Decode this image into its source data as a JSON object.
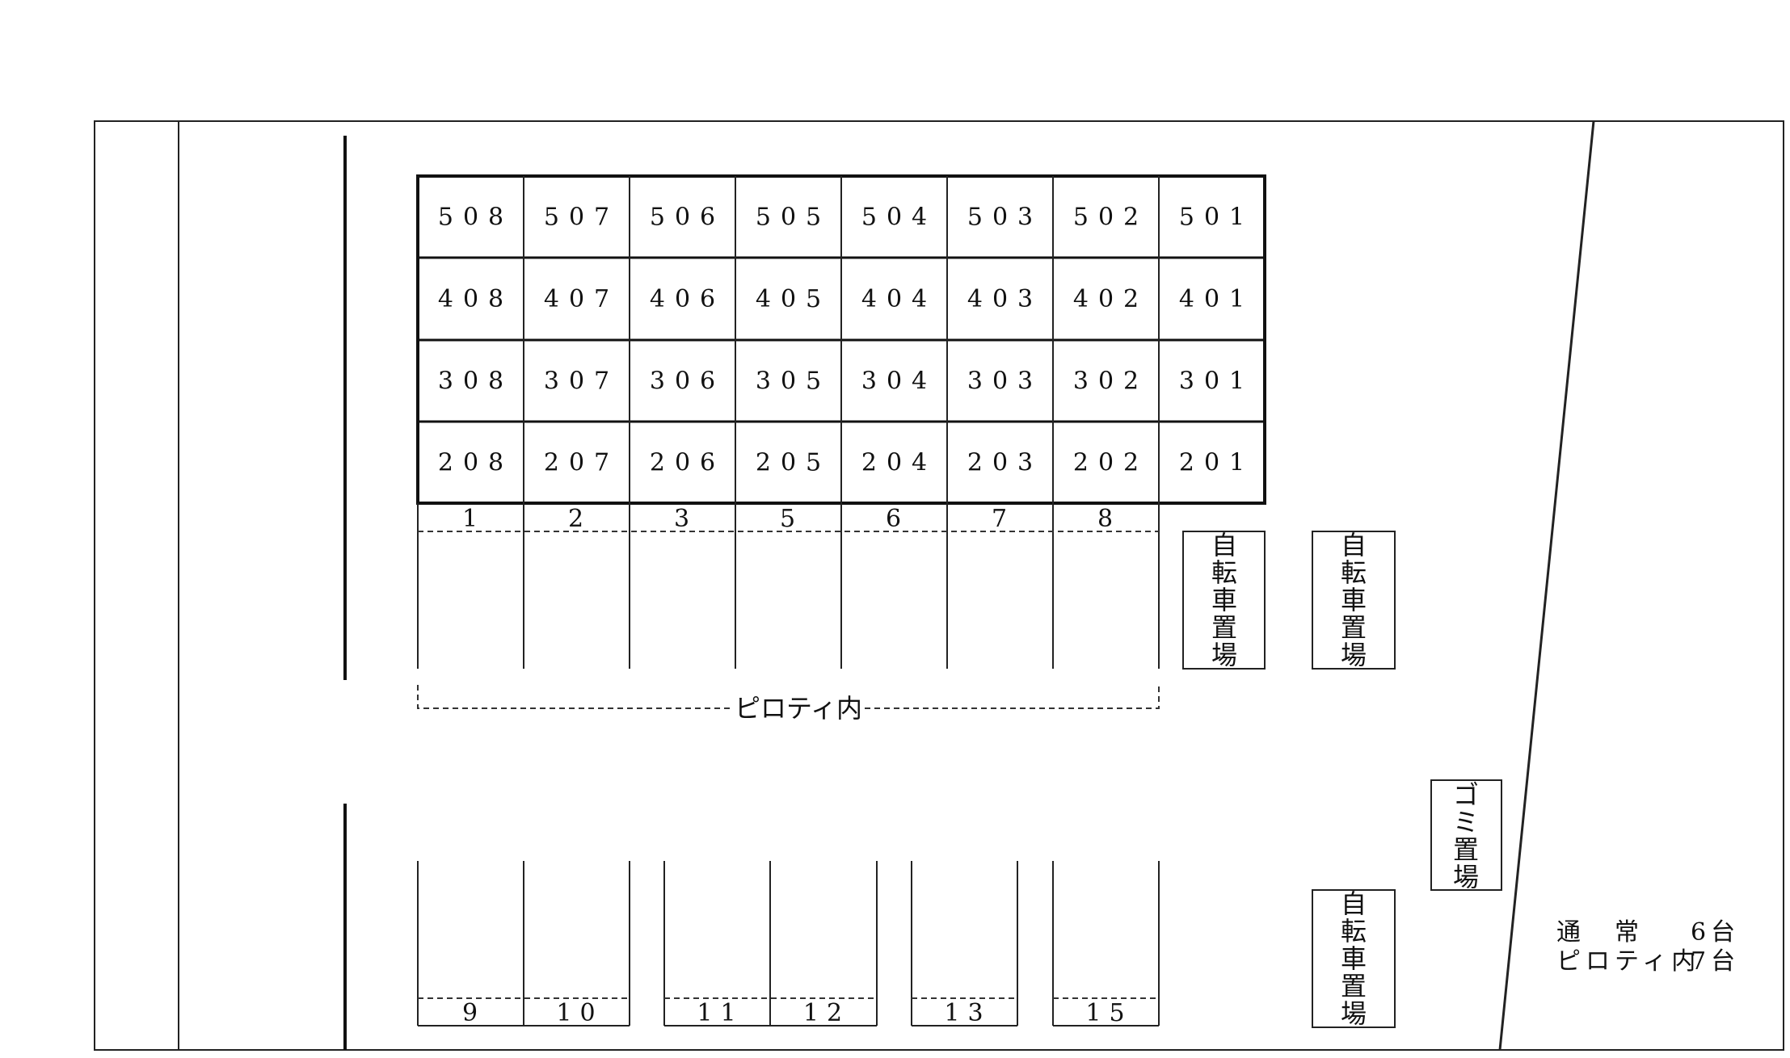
{
  "rooms": {
    "floor5": [
      "508",
      "507",
      "506",
      "505",
      "504",
      "503",
      "502",
      "501"
    ],
    "floor4": [
      "408",
      "407",
      "406",
      "405",
      "404",
      "403",
      "402",
      "401"
    ],
    "floor3": [
      "308",
      "307",
      "306",
      "305",
      "304",
      "303",
      "302",
      "301"
    ],
    "floor2": [
      "208",
      "207",
      "206",
      "205",
      "204",
      "203",
      "202",
      "201"
    ]
  },
  "upper_parking": [
    "1",
    "2",
    "3",
    "5",
    "6",
    "7",
    "8"
  ],
  "piloti_label": "ピロティ内",
  "lower_parking": [
    "9",
    "10",
    "11",
    "12",
    "13",
    "15"
  ],
  "bicycle_parking_label": [
    "自",
    "転",
    "車",
    "置",
    "場"
  ],
  "garbage_label": [
    "ゴ",
    "ミ",
    "置",
    "場"
  ],
  "summary": {
    "line1_label": "通　常",
    "line1_count": "6台",
    "line2_label": "ピロティ内",
    "line2_count": "7台"
  }
}
